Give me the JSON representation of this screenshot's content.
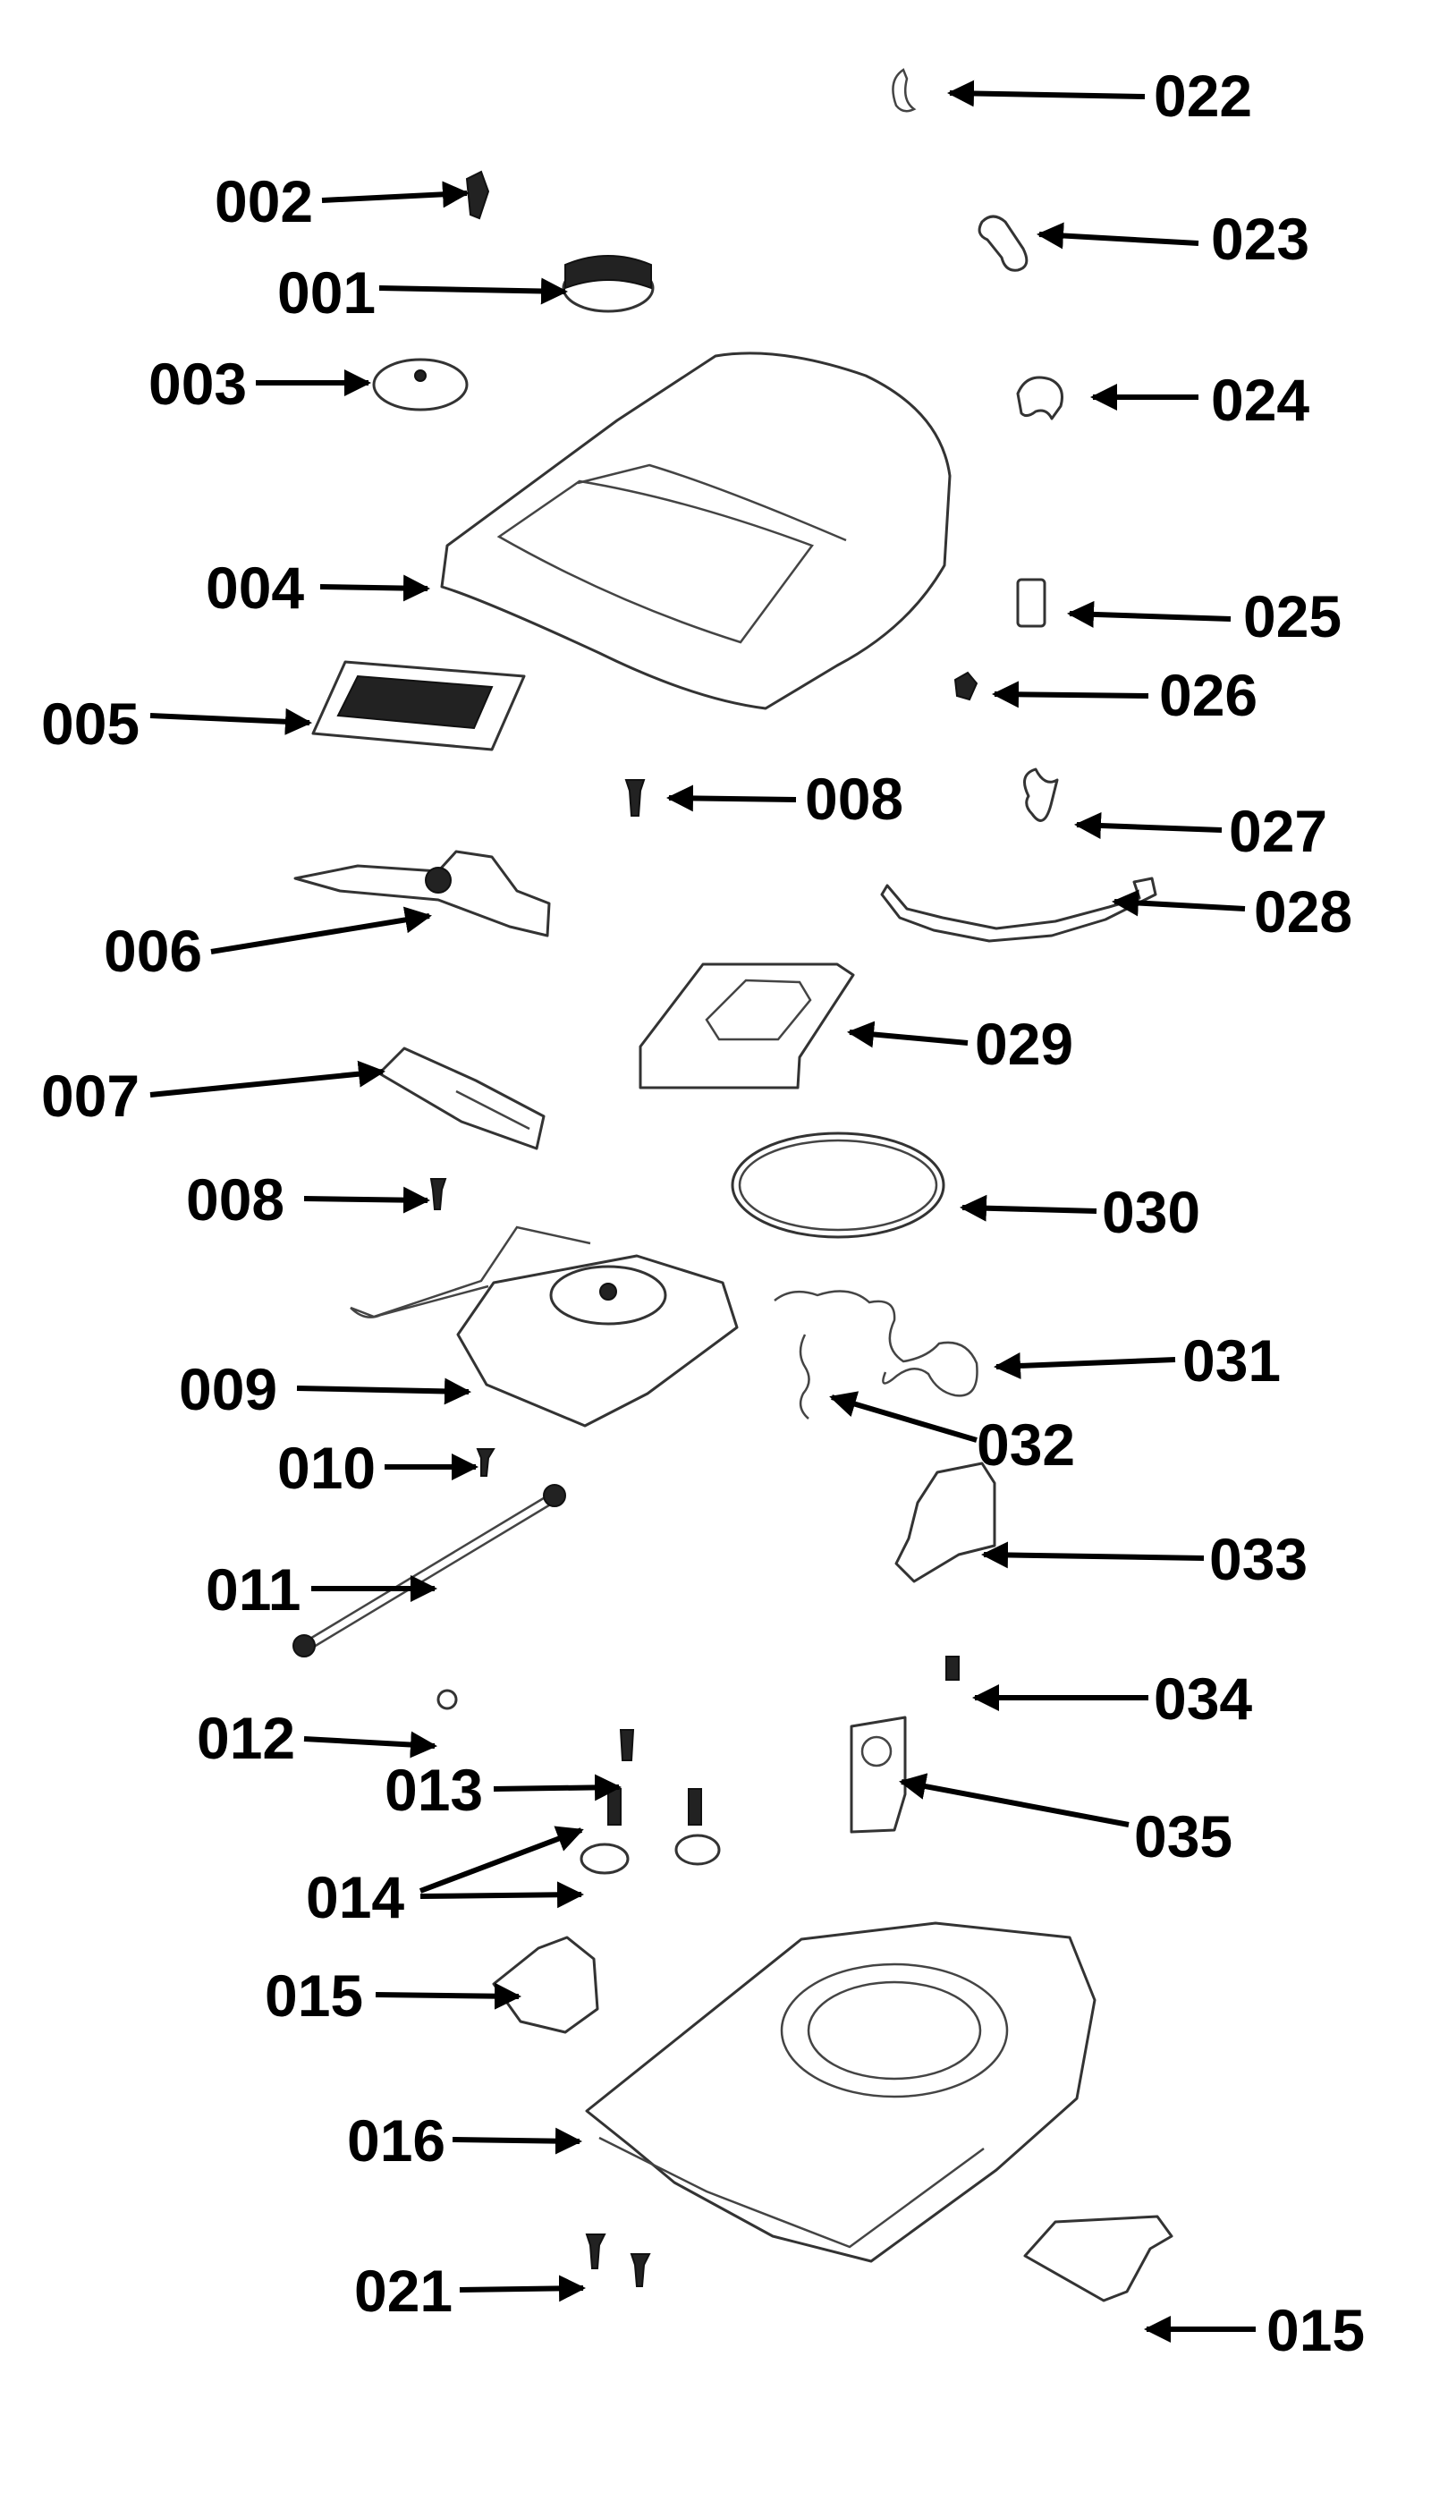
{
  "diagram": {
    "callouts": {
      "c001": "001",
      "c002": "002",
      "c003": "003",
      "c004": "004",
      "c005": "005",
      "c006": "006",
      "c007": "007",
      "c008a": "008",
      "c008b": "008",
      "c009": "009",
      "c010": "010",
      "c011": "011",
      "c012": "012",
      "c013": "013",
      "c014": "014",
      "c015a": "015",
      "c015b": "015",
      "c016": "016",
      "c021": "021",
      "c022": "022",
      "c023": "023",
      "c024": "024",
      "c025": "025",
      "c026": "026",
      "c027": "027",
      "c028": "028",
      "c029": "029",
      "c030": "030",
      "c031": "031",
      "c032": "032",
      "c033": "033",
      "c034": "034",
      "c035": "035"
    },
    "colors": {
      "line": "#000000",
      "part_outline": "#333333",
      "background": "#ffffff"
    }
  }
}
